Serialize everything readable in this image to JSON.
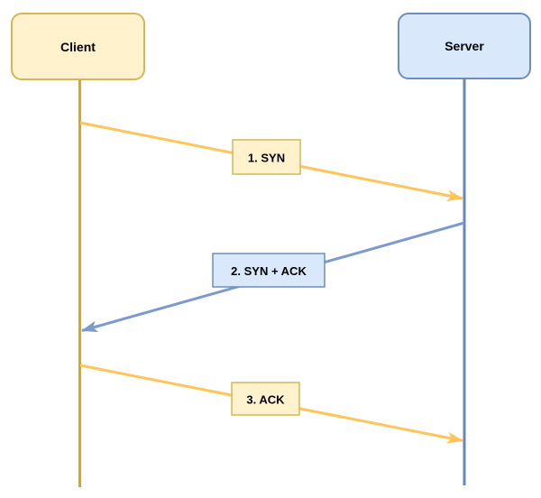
{
  "diagram": {
    "type": "sequence",
    "actors": [
      {
        "id": "client",
        "label": "Client"
      },
      {
        "id": "server",
        "label": "Server"
      }
    ],
    "messages": [
      {
        "order": 1,
        "label": "1. SYN",
        "from": "client",
        "to": "server"
      },
      {
        "order": 2,
        "label": "2. SYN + ACK",
        "from": "server",
        "to": "client"
      },
      {
        "order": 3,
        "label": "3. ACK",
        "from": "client",
        "to": "server"
      }
    ],
    "colors": {
      "background": "#FFFFFF",
      "client_fill": "#FFF2CC",
      "client_stroke": "#D6B656",
      "client_lifeline": "#D2A53C",
      "client_arrow": "#FFC558",
      "server_fill": "#DAE8FC",
      "server_stroke": "#6C8EBF",
      "server_lifeline": "#6787BC",
      "server_arrow": "#7A9AD0",
      "text": "#000000"
    }
  }
}
